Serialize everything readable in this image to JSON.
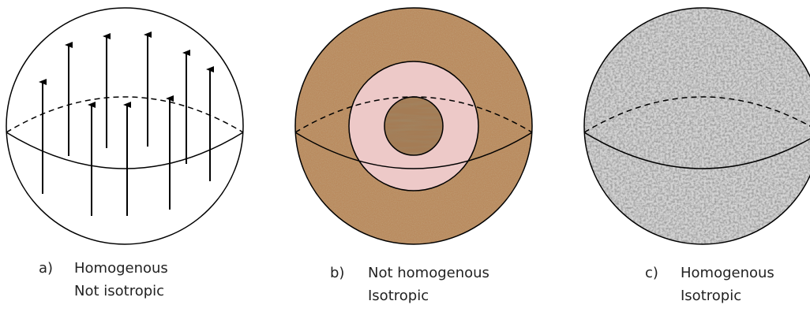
{
  "panels": [
    {
      "id": "a",
      "tag": "a)",
      "caption": [
        "Homogenous",
        "Not isotropic"
      ],
      "fill": "#ffffff",
      "arrow_color": "#000000"
    },
    {
      "id": "b",
      "tag": "b)",
      "caption": [
        "Not homogenous",
        "Isotropic"
      ],
      "layers": {
        "outer_color": "#b98a5e",
        "middle_color": "#edc9c8",
        "core_color": "#a47c55"
      }
    },
    {
      "id": "c",
      "tag": "c)",
      "caption": [
        "Homogenous",
        "Isotropic"
      ],
      "texture_color": "#a9a9a9"
    }
  ],
  "line_color": "#000000"
}
